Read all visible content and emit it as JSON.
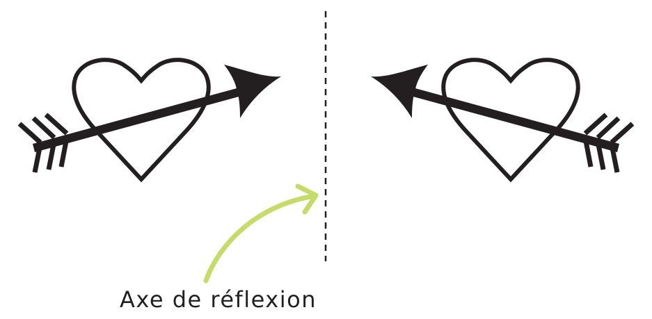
{
  "label": "Axe de réflexion",
  "colors": {
    "ink": "#231f20",
    "pointer": "#c5dc6a"
  },
  "icons": [
    "heart-arrow-original",
    "heart-arrow-reflected",
    "reflection-axis",
    "pointer-arrow"
  ]
}
